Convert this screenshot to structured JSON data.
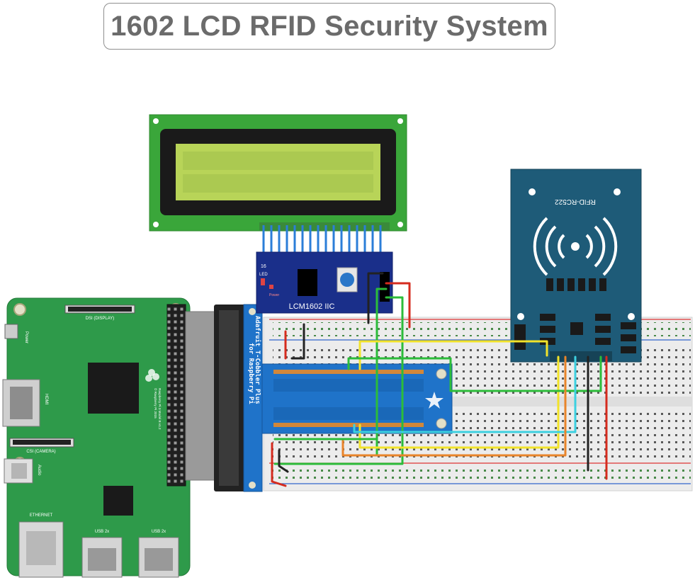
{
  "title": "1602 LCD RFID Security System",
  "lcd_module": {
    "board_label": "LCM1602 IIC",
    "pin_label": "16",
    "led_label": "LED",
    "power_label": "Power"
  },
  "rfid_module": {
    "label": "RFID-RC522"
  },
  "cobbler": {
    "label_line1": "Adafruit T-Cobbler Plus",
    "label_line2": "for Raspberry Pi"
  },
  "raspberry_pi": {
    "dsi_label": "DSI (DISPLAY)",
    "csi_label": "CSI (CAMERA)",
    "power_label": "Power",
    "hdmi_label": "HDMI",
    "audio_label": "Audio",
    "ethernet_label": "ETHERNET",
    "usb_label_1": "USB 2x",
    "usb_label_2": "USB 2x",
    "model_label": "Raspberry Pi 3 Model B v1.2",
    "copyright_label": "© Raspberry Pi 2015"
  },
  "colors": {
    "pcb_green": "#2e9a4a",
    "lcd_screen": "#b8d458",
    "lcd_board": "#3aa63a",
    "rfid_blue": "#1e5b78",
    "cobbler_blue": "#1f73c9",
    "i2c_board": "#1a2f8a"
  }
}
